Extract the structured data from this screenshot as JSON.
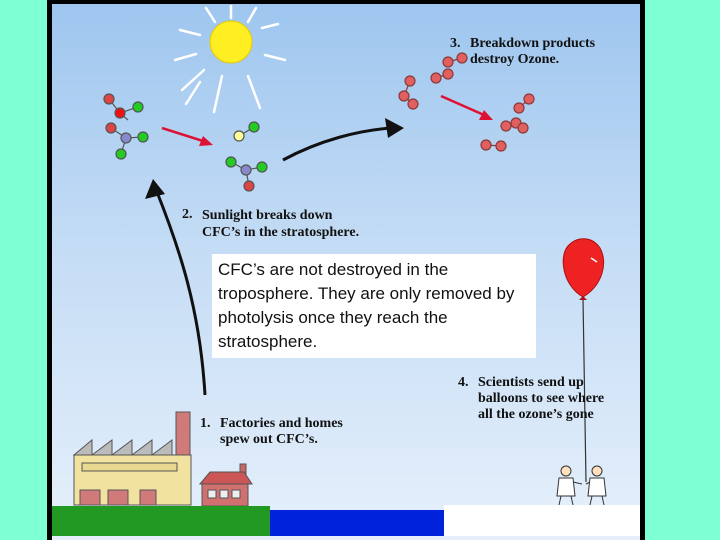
{
  "steps": [
    {
      "number": "1.",
      "text": "Factories and homes\nspew out CFC’s."
    },
    {
      "number": "2.",
      "text": "Sunlight breaks down\nCFC’s in the stratosphere."
    },
    {
      "number": "3.",
      "text": "Breakdown products\ndestroy Ozone."
    },
    {
      "number": "4.",
      "text": "Scientists send up\nballoons to see where\nall the ozone’s gone"
    }
  ],
  "note": "CFC’s are not destroyed in the troposphere. They are only removed by photolysis once they reach the stratosphere.",
  "colors": {
    "background": "#7FFFD4",
    "sky_top": "#9ec6ef",
    "sun": "#ffee22",
    "balloon": "#ee2222",
    "ground_grass": "#229922",
    "ground_water": "#0022dd",
    "ground_snow": "#ffffff",
    "arrow_red": "#dd1133"
  },
  "icons": [
    "sun-icon",
    "cfc-molecule-icon",
    "factory-icon",
    "house-icon",
    "balloon-icon",
    "scientist-icon"
  ]
}
